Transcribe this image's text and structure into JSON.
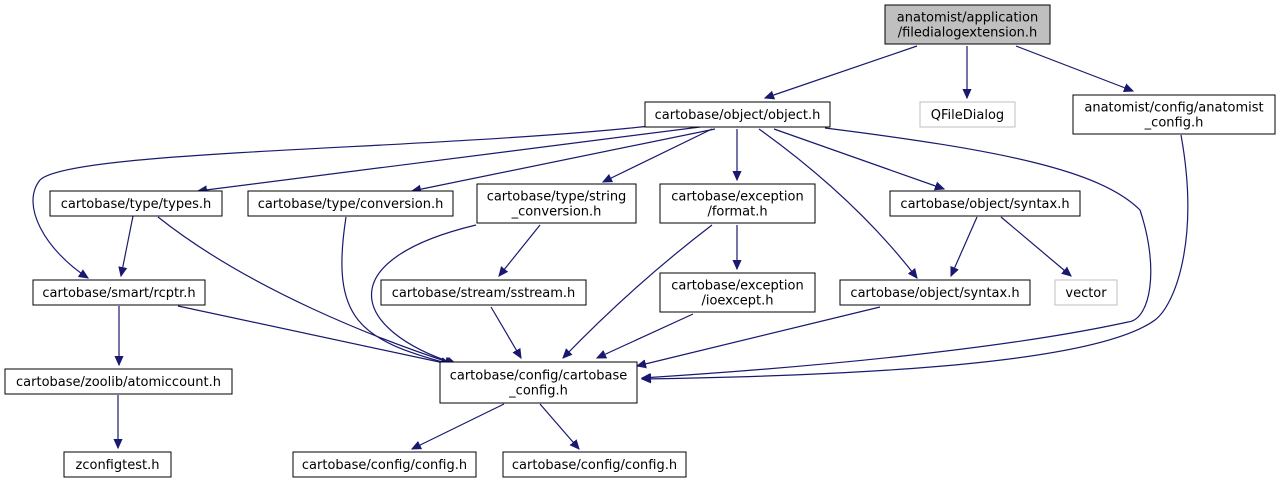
{
  "colors": {
    "edge": "#191970",
    "node_border": "#000000",
    "node_border_external": "#bfbfbf",
    "node_fill": "#ffffff",
    "root_fill": "#bfbfbf",
    "text": "#000000"
  },
  "nodes": {
    "root": {
      "lines": [
        "anatomist/application",
        "/filedialogextension.h"
      ],
      "kind": "root"
    },
    "object_h": {
      "lines": [
        "cartobase/object/object.h"
      ],
      "kind": "normal"
    },
    "qfiledialog": {
      "lines": [
        "QFileDialog"
      ],
      "kind": "external"
    },
    "anatomist_config": {
      "lines": [
        "anatomist/config/anatomist",
        "_config.h"
      ],
      "kind": "normal"
    },
    "types_h": {
      "lines": [
        "cartobase/type/types.h"
      ],
      "kind": "normal"
    },
    "conversion_h": {
      "lines": [
        "cartobase/type/conversion.h"
      ],
      "kind": "normal"
    },
    "string_conversion_h": {
      "lines": [
        "cartobase/type/string",
        "_conversion.h"
      ],
      "kind": "normal"
    },
    "format_h": {
      "lines": [
        "cartobase/exception",
        "/format.h"
      ],
      "kind": "normal"
    },
    "syntax_object_h": {
      "lines": [
        "cartobase/object/syntax.h"
      ],
      "kind": "normal"
    },
    "rcptr_h": {
      "lines": [
        "cartobase/smart/rcptr.h"
      ],
      "kind": "normal"
    },
    "sstream_h": {
      "lines": [
        "cartobase/stream/sstream.h"
      ],
      "kind": "normal"
    },
    "ioexcept_h": {
      "lines": [
        "cartobase/exception",
        "/ioexcept.h"
      ],
      "kind": "normal"
    },
    "syntax2_h": {
      "lines": [
        "cartobase/object/syntax.h"
      ],
      "kind": "normal"
    },
    "vector": {
      "lines": [
        "vector"
      ],
      "kind": "external"
    },
    "atomiccount_h": {
      "lines": [
        "cartobase/zoolib/atomiccount.h"
      ],
      "kind": "normal"
    },
    "cartobase_config_h": {
      "lines": [
        "cartobase/config/cartobase",
        "_config.h"
      ],
      "kind": "normal"
    },
    "zconfigtest_h": {
      "lines": [
        "zconfigtest.h"
      ],
      "kind": "normal"
    },
    "config_h_1": {
      "lines": [
        "cartobase/config/config.h"
      ],
      "kind": "normal"
    },
    "config_h_2": {
      "lines": [
        "cartobase/config/config.h"
      ],
      "kind": "normal"
    }
  },
  "edges": [
    [
      "root",
      "object_h"
    ],
    [
      "root",
      "qfiledialog"
    ],
    [
      "root",
      "anatomist_config"
    ],
    [
      "object_h",
      "types_h"
    ],
    [
      "object_h",
      "conversion_h"
    ],
    [
      "object_h",
      "string_conversion_h"
    ],
    [
      "object_h",
      "format_h"
    ],
    [
      "object_h",
      "syntax_object_h"
    ],
    [
      "object_h",
      "rcptr_h"
    ],
    [
      "object_h",
      "syntax2_h"
    ],
    [
      "object_h",
      "cartobase_config_h"
    ],
    [
      "anatomist_config",
      "cartobase_config_h"
    ],
    [
      "types_h",
      "rcptr_h"
    ],
    [
      "types_h",
      "cartobase_config_h"
    ],
    [
      "conversion_h",
      "cartobase_config_h"
    ],
    [
      "string_conversion_h",
      "sstream_h"
    ],
    [
      "string_conversion_h",
      "cartobase_config_h"
    ],
    [
      "format_h",
      "ioexcept_h"
    ],
    [
      "format_h",
      "cartobase_config_h"
    ],
    [
      "syntax_object_h",
      "syntax2_h"
    ],
    [
      "syntax_object_h",
      "vector"
    ],
    [
      "rcptr_h",
      "atomiccount_h"
    ],
    [
      "rcptr_h",
      "cartobase_config_h"
    ],
    [
      "sstream_h",
      "cartobase_config_h"
    ],
    [
      "ioexcept_h",
      "cartobase_config_h"
    ],
    [
      "syntax2_h",
      "cartobase_config_h"
    ],
    [
      "atomiccount_h",
      "zconfigtest_h"
    ],
    [
      "cartobase_config_h",
      "config_h_1"
    ],
    [
      "cartobase_config_h",
      "config_h_2"
    ]
  ]
}
